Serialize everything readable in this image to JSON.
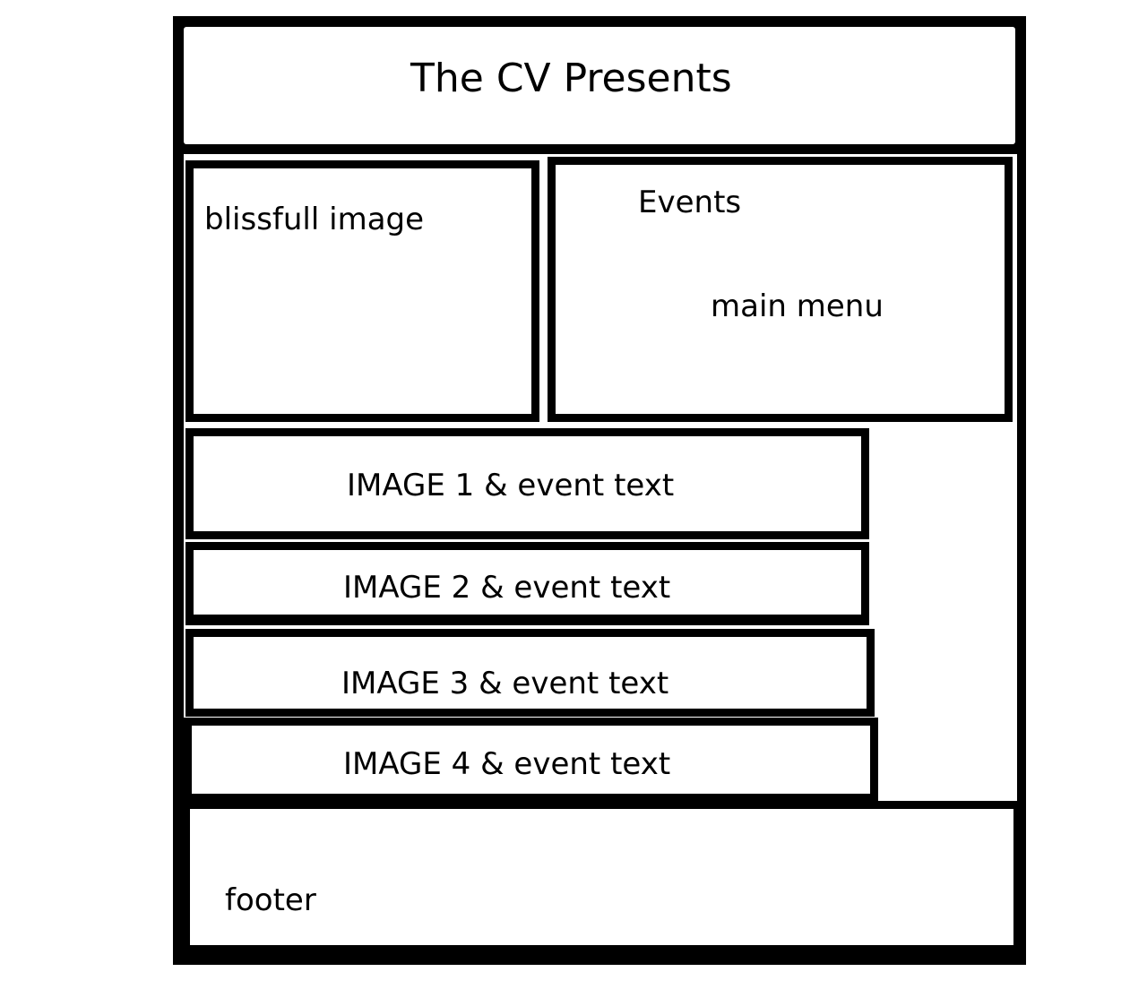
{
  "header": {
    "title": "The CV Presents"
  },
  "hero": {
    "image_label": "blissfull image"
  },
  "menu": {
    "events_label": "Events",
    "main_menu_label": "main menu"
  },
  "events": [
    {
      "label": "IMAGE 1 & event text"
    },
    {
      "label": "IMAGE 2 & event text"
    },
    {
      "label": "IMAGE 3 & event text"
    },
    {
      "label": "IMAGE 4 & event text"
    }
  ],
  "footer": {
    "label": "footer"
  },
  "colors": {
    "border": "#000000",
    "background": "#ffffff"
  }
}
